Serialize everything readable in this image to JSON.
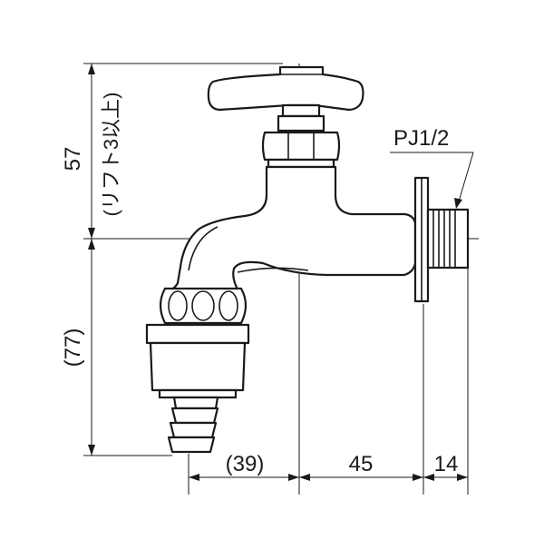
{
  "labels": {
    "thread_spec": "PJ1/2",
    "height_above": "57",
    "height_note": "(リフト3以上)",
    "height_below": "(77)",
    "width_left": "(39)",
    "width_mid": "45",
    "width_right": "14"
  },
  "colors": {
    "line": "#1a1a1a",
    "background": "#ffffff"
  }
}
